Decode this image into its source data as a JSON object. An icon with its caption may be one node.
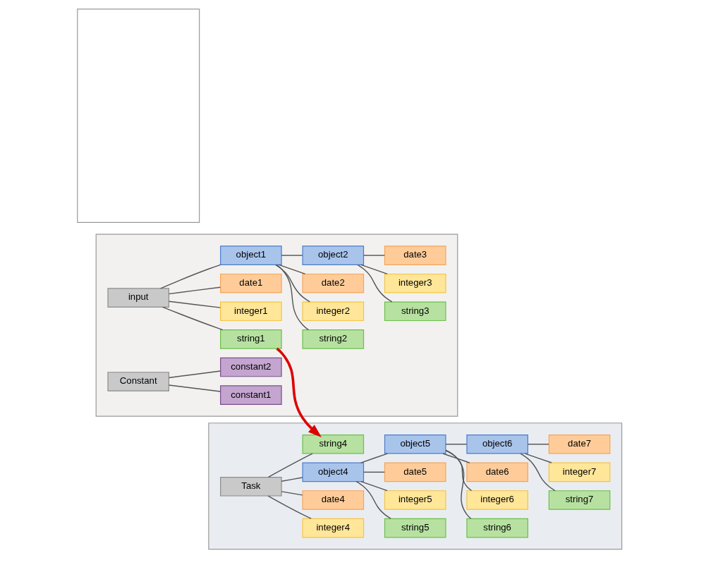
{
  "diagram": {
    "nodes": [
      {
        "text": [],
        "shape": "box"
      },
      {
        "text": [
          "input"
        ],
        "in": 0
      },
      {
        "text": [
          "string1"
        ],
        "in": 0
      },
      {
        "text": [
          "integer1"
        ],
        "in": 0
      },
      {
        "text": [
          "date1"
        ],
        "in": 0
      },
      {
        "text": [
          "object1"
        ],
        "in": 0
      },
      {
        "text": [
          "string2"
        ],
        "in": 0
      },
      {
        "text": [
          "integer2"
        ],
        "in": 0
      },
      {
        "text": [
          "date2"
        ],
        "in": 0
      },
      {
        "text": [
          "object2"
        ],
        "in": 0
      },
      {
        "text": [
          "string3"
        ],
        "in": 0
      },
      {
        "text": [
          "integer3"
        ],
        "in": 0
      },
      {
        "text": [
          "date3"
        ],
        "in": 0
      },
      {
        "text": [
          "Constant"
        ],
        "in": 0
      },
      {
        "text": [
          "constant1"
        ],
        "in": 0
      },
      {
        "text": [
          "constant2"
        ],
        "in": 0
      },
      {
        "text": [],
        "shape": "box"
      },
      {
        "text": [],
        "shape": "box"
      },
      {
        "text": [
          "Task"
        ],
        "in": 17
      },
      {
        "text": [
          "string4"
        ],
        "in": 17
      },
      {
        "text": [
          "integer4"
        ],
        "in": 17
      },
      {
        "text": [
          "date4"
        ],
        "in": 17
      },
      {
        "text": [
          "object4"
        ],
        "in": 17
      },
      {
        "text": [
          "string5"
        ],
        "in": 17
      },
      {
        "text": [
          "integer5"
        ],
        "in": 17
      },
      {
        "text": [
          "date5"
        ],
        "in": 17
      },
      {
        "text": [
          "object5"
        ],
        "in": 17
      },
      {
        "text": [
          "string6"
        ],
        "in": 17
      },
      {
        "text": [
          "integer6"
        ],
        "in": 17
      },
      {
        "text": [
          "date6"
        ],
        "in": 17
      },
      {
        "text": [
          "object6"
        ],
        "in": 17
      },
      {
        "text": [
          "string7"
        ],
        "in": 17
      },
      {
        "text": [
          "integer7"
        ],
        "in": 17
      },
      {
        "text": [
          "date7"
        ],
        "in": 17
      }
    ],
    "edges": [
      {
        "from": 1,
        "to": 2,
        "arrow": "none"
      },
      {
        "from": 1,
        "to": 3,
        "arrow": "none"
      },
      {
        "from": 1,
        "to": 4,
        "arrow": "none"
      },
      {
        "from": 1,
        "to": 5,
        "arrow": "none"
      },
      {
        "from": 5,
        "to": 6,
        "arrow": "none"
      },
      {
        "from": 5,
        "to": 7,
        "arrow": "none"
      },
      {
        "from": 5,
        "to": 8,
        "arrow": "none"
      },
      {
        "from": 5,
        "to": 9,
        "arrow": "none"
      },
      {
        "from": 9,
        "to": 10,
        "arrow": "none"
      },
      {
        "from": 9,
        "to": 11,
        "arrow": "none"
      },
      {
        "from": 9,
        "to": 12,
        "arrow": "none"
      },
      {
        "from": 13,
        "to": 14,
        "arrow": "none"
      },
      {
        "from": 13,
        "to": 15,
        "arrow": "none"
      },
      {
        "from": 18,
        "to": 19,
        "arrow": "none"
      },
      {
        "from": 18,
        "to": 20,
        "arrow": "none"
      },
      {
        "from": 18,
        "to": 21,
        "arrow": "none"
      },
      {
        "from": 18,
        "to": 22,
        "arrow": "none"
      },
      {
        "from": 22,
        "to": 23,
        "arrow": "none"
      },
      {
        "from": 22,
        "to": 24,
        "arrow": "none"
      },
      {
        "from": 22,
        "to": 25,
        "arrow": "none"
      },
      {
        "from": 22,
        "to": 26,
        "arrow": "none"
      },
      {
        "from": 26,
        "to": 27,
        "arrow": "none"
      },
      {
        "from": 26,
        "to": 28,
        "arrow": "none"
      },
      {
        "from": 26,
        "to": 29,
        "arrow": "none"
      },
      {
        "from": 26,
        "to": 30,
        "arrow": "none"
      },
      {
        "from": 30,
        "to": 31,
        "arrow": "none"
      },
      {
        "from": 30,
        "to": 32,
        "arrow": "none"
      },
      {
        "from": 30,
        "to": 33,
        "arrow": "none"
      },
      {
        "from": 2,
        "to": 19,
        "arrow": "to",
        "style": "thick",
        "color": "#dd0000"
      }
    ]
  }
}
